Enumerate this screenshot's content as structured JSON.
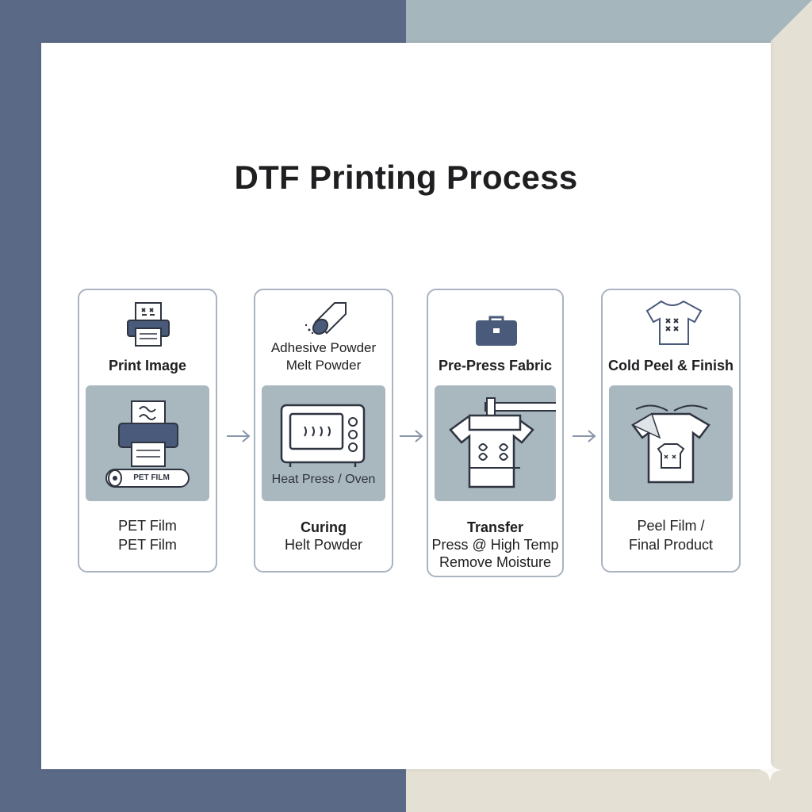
{
  "title": "DTF Printing Process",
  "steps": [
    {
      "heading": "Print Image",
      "panel_label": "PET FILM",
      "caption_1": "PET Film",
      "caption_2": "PET Film"
    },
    {
      "top_1": "Adhesive Powder",
      "top_2": "Melt Powder",
      "panel_label": "Heat Press / Oven",
      "heading": "Curing",
      "caption_1": "Helt Powder"
    },
    {
      "heading": "Pre-Press Fabric",
      "subheading": "Transfer",
      "caption_1": "Press @ High Temp",
      "caption_2": "Remove Moisture"
    },
    {
      "heading": "Cold Peel & Finish",
      "caption_1": "Peel Film /",
      "caption_2": "Final Product"
    }
  ],
  "colors": {
    "navy": "#5a6a86",
    "slate": "#a6b6bd",
    "cream": "#e4e0d4",
    "panel": "#a9b7bf",
    "border": "#aab3c0",
    "ink": "#1f1f22"
  },
  "icons": [
    "printer-icon",
    "powder-shaker-icon",
    "toolbox-icon",
    "t-shirt-icon",
    "film-roll-icon",
    "oven-icon",
    "heat-press-icon",
    "peeling-hands-icon",
    "sparkle-icon"
  ]
}
